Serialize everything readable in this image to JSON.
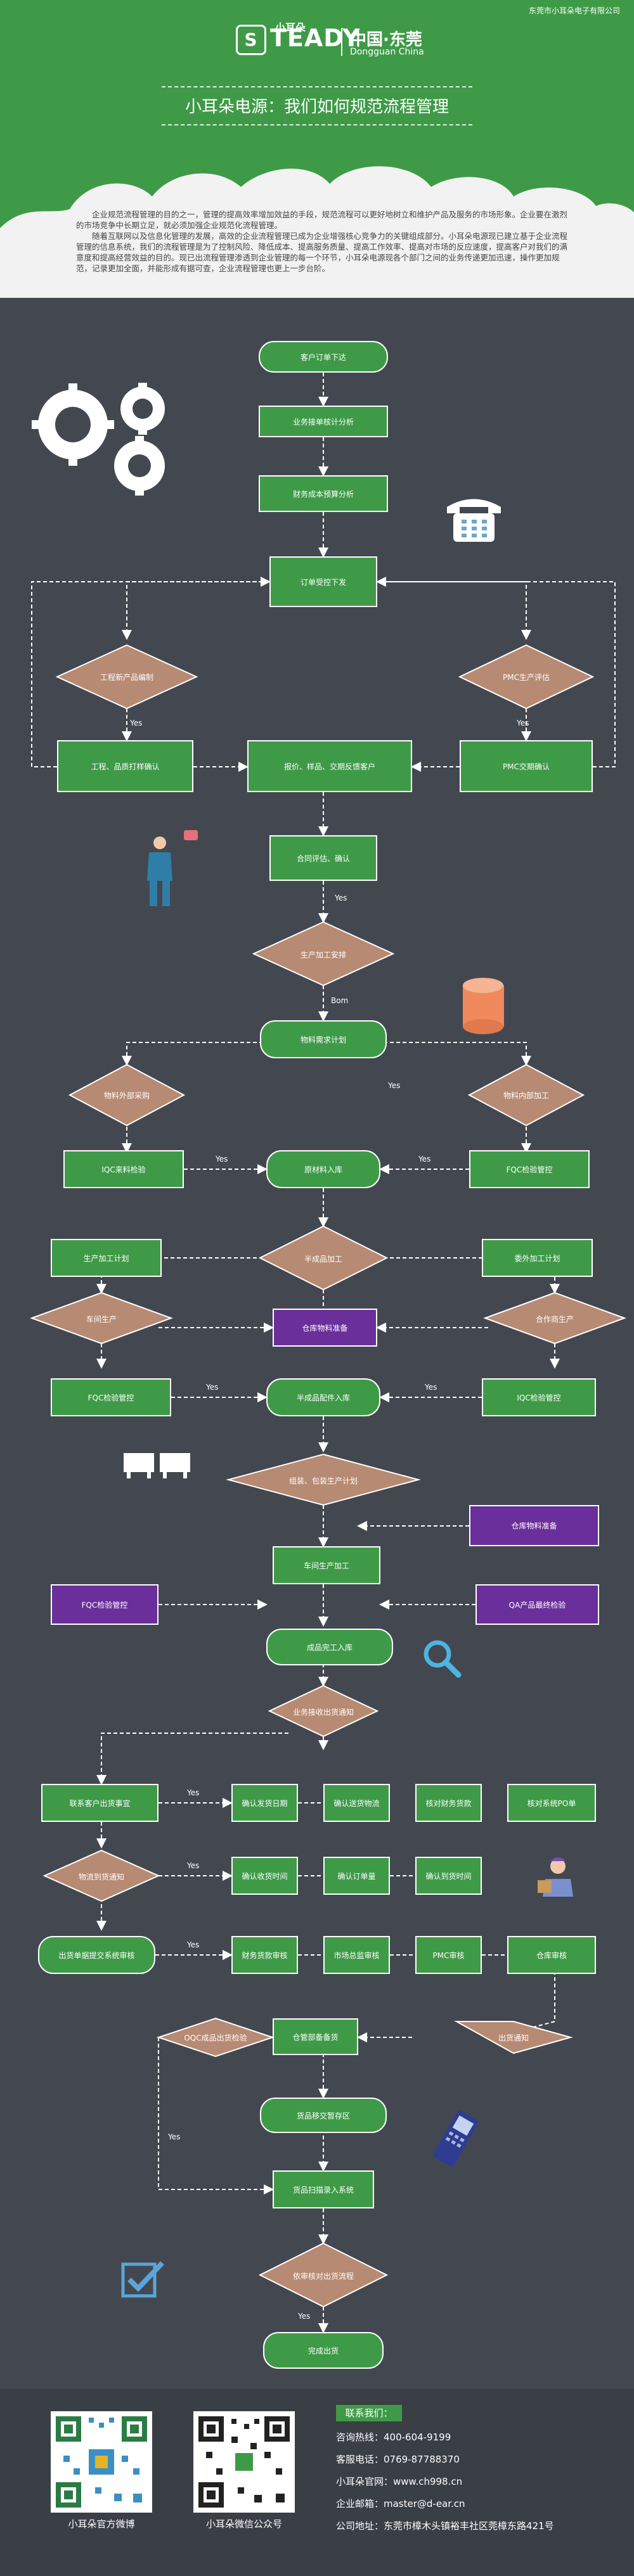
{
  "header": {
    "company_top": "东莞市小耳朵电子有限公司",
    "logo_top": "小耳朵",
    "logo_main": "TEADY",
    "logo_cn": "中国·东莞",
    "logo_en": "Dongguan China",
    "subtitle": "小耳朵电源：我们如何规范流程管理"
  },
  "intro": {
    "p1": "企业规范流程管理的目的之一，管理的提高效率增加效益的手段，规范流程可以更好地树立和维护产品及服务的市场形象。企业要在激烈的市场竞争中长期立足，就必须加强企业规范化流程管理。",
    "p2": "随着互联网以及信息化管理的发展，高效的企业流程管理已成为企业增强核心竞争力的关键组成部分。小耳朵电源现已建立基于企业流程管理的信息系统，我们的流程管理是为了控制风险、降低成本、提高服务质量、提高工作效率、提高对市场的反应速度，提高客户对我们的满意度和提高经营效益的目的。现已出流程管理渗透到企业管理的每一个环节，小耳朵电源现各个部门之间的业务传递更加迅速，操作更加规范，记录更加全面，并能形成有据可查，企业流程管理也更上一步台阶。"
  },
  "flow": {
    "n1": "客户订单下达",
    "n2": "业务接单核计分析",
    "n3": "财务成本预算分析",
    "n4": "订单受控下发",
    "d1": "工程新产品编制",
    "d2": "PMC生产评估",
    "n5": "工程、品质打样确认",
    "n6": "报价、样品、交期反馈客户",
    "n7": "PMC交期确认",
    "n8": "合同评估、确认",
    "d3": "生产加工安排",
    "n9": "物料需求计划",
    "d4": "物料外部采购",
    "d5": "物料内部加工",
    "n10": "IQC来料检验",
    "n11": "原材料入库",
    "n12": "FQC检验管控",
    "d6": "半成品加工",
    "n13": "生产加工计划",
    "n14": "委外加工计划",
    "d7": "车间生产",
    "n15": "仓库物料准备",
    "d8": "合作商生产",
    "n16": "FQC检验管控",
    "n17": "半成品配件入库",
    "n18": "IQC检验管控",
    "d9": "组装、包装生产计划",
    "n19": "仓库物料准备",
    "n20": "车间生产加工",
    "n21": "FQC检验管控",
    "n22": "QA产品最终检验",
    "n23": "成品完工入库",
    "d10": "业务接收出货通知",
    "n24": "联系客户出货事宜",
    "n25": "确认发货日期",
    "n26": "确认送货物流",
    "n27": "核对财务货款",
    "n28": "核对系统PO单",
    "d11": "物流到货通知",
    "n29": "确认收货时间",
    "n30": "确认订单量",
    "n31": "确认到货时间",
    "n32": "出货单据提交系统审核",
    "n33": "财务货款审核",
    "n34": "市场总监审核",
    "n35": "PMC审核",
    "n36": "仓库审核",
    "d12": "出货通知",
    "n37": "仓管部备备货",
    "d13": "OQC成品出货检验",
    "n38": "货品移交暂存区",
    "n39": "货品扫描录入系统",
    "d14": "依审核对出货流程",
    "n40": "完成出货",
    "yes": "Yes",
    "bom": "Bom"
  },
  "footer": {
    "qr1_caption": "小耳朵官方微博",
    "qr2_caption": "小耳朵微信公众号",
    "contact_head": "联系我们：",
    "hotline": "咨询热线：400-604-9199",
    "service": "客服电话：0769-87788370",
    "website": "小耳朵官网：www.ch998.cn",
    "email": "企业邮箱：master@d-ear.cn",
    "address": "公司地址：东莞市樟木头镇裕丰社区莞樟东路421号"
  },
  "colors": {
    "header_green": "#3f9a48",
    "node_green": "#3f9a48",
    "decision_brown": "#b78a73",
    "purple": "#6a2f9a",
    "background": "#434850"
  },
  "icons": [
    "gears-icon",
    "telephone-icon",
    "person-icon",
    "database-icon",
    "printers-icon",
    "magnifier-icon",
    "courier-icon",
    "pos-terminal-icon",
    "checkbox-icon"
  ]
}
